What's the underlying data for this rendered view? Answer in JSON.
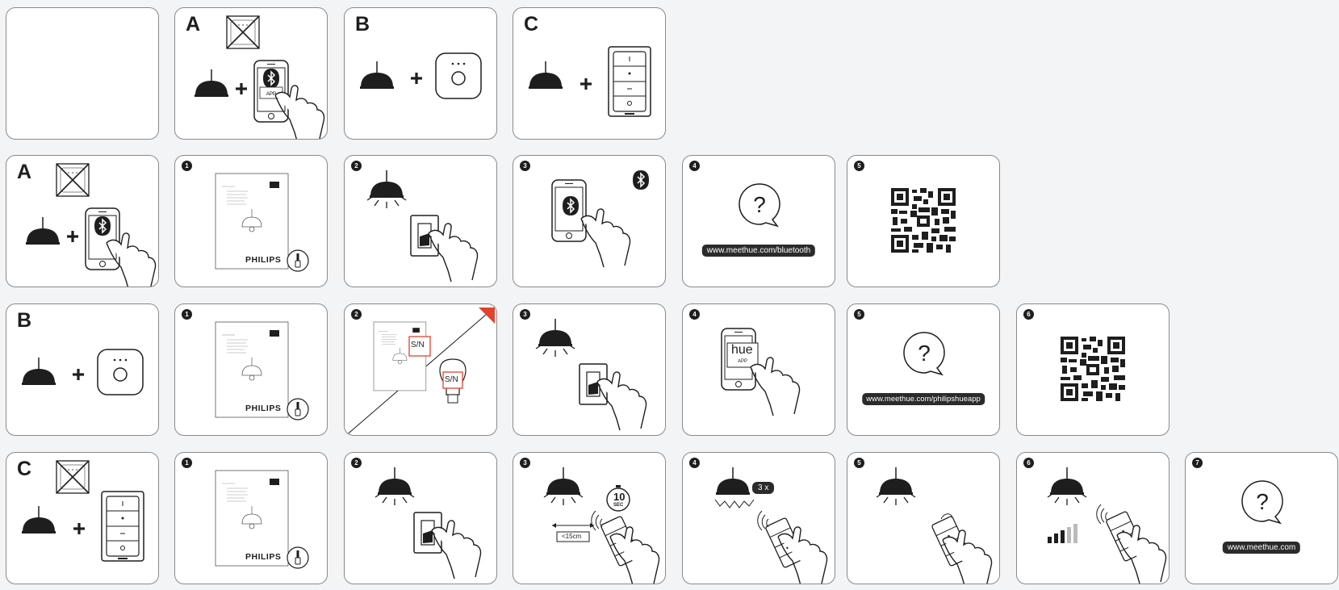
{
  "rows": {
    "header": {
      "letters": [
        "A",
        "B",
        "C"
      ]
    },
    "a": {
      "letter": "A",
      "steps": [
        "1",
        "2",
        "3",
        "4",
        "5"
      ],
      "url": "www.meethue.com/bluetooth"
    },
    "b": {
      "letter": "B",
      "steps": [
        "1",
        "2",
        "3",
        "4",
        "5",
        "6"
      ],
      "url": "www.meethue.com/philipshueapp"
    },
    "c": {
      "letter": "C",
      "steps": [
        "1",
        "2",
        "3",
        "4",
        "5",
        "6",
        "7"
      ],
      "url": "www.meethue.com"
    }
  },
  "labels": {
    "brand": "PHILIPS",
    "app": "APP",
    "hue": "hue",
    "serial": "S/N",
    "blink_count": "3 x",
    "timer_value": "10",
    "timer_unit": "SEC",
    "distance": "<15cm",
    "question": "?"
  },
  "colors": {
    "ink": "#1e1e1e",
    "accent_red": "#e0432e",
    "panel_border": "#8a8a8a"
  }
}
